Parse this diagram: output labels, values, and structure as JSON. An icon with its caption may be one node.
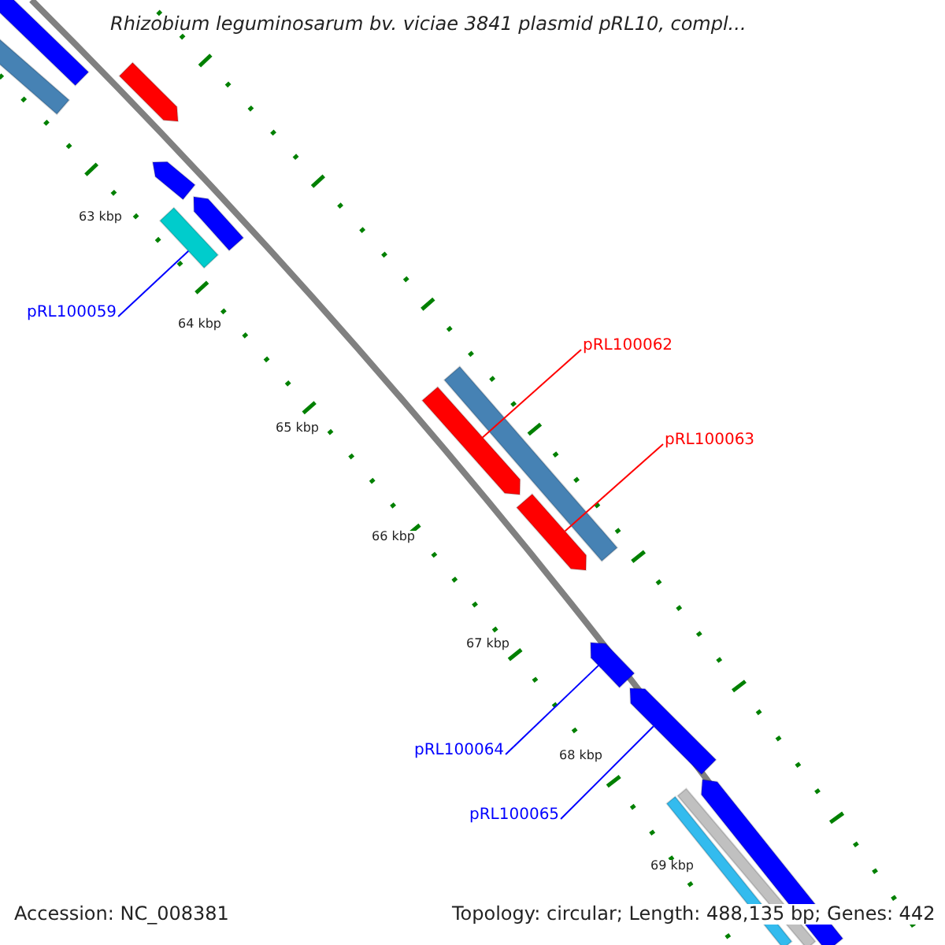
{
  "diagram": {
    "title": "Rhizobium leguminosarum bv. viciae 3841 plasmid pRL10, compl...",
    "nodes": [
      {
        "text": [],
        "shape": "bar"
      },
      {
        "text": [],
        "shape": "bar"
      },
      {
        "text": [],
        "shape": "bar"
      },
      {
        "text": [],
        "shape": "bar"
      },
      {
        "text": [],
        "shape": "bar"
      },
      {
        "text": [],
        "shape": "bar"
      },
      {
        "text": [],
        "shape": "bar"
      },
      {
        "text": [],
        "shape": "bar"
      },
      {
        "text": [],
        "shape": "bar"
      },
      {
        "text": [],
        "shape": "bar"
      },
      {
        "text": [],
        "shape": "bar"
      },
      {
        "text": [],
        "shape": "bar"
      },
      {
        "text": [],
        "shape": "bar"
      },
      {
        "text": [],
        "shape": "bar"
      },
      {
        "text": [
          "pRL100059"
        ]
      },
      {
        "text": [
          "pRL100062"
        ]
      },
      {
        "text": [
          "pRL100063"
        ]
      },
      {
        "text": [
          "pRL100064"
        ]
      },
      {
        "text": [
          "pRL100065"
        ]
      }
    ],
    "edges": [
      {
        "from": 14,
        "to": 5,
        "arrow": "none"
      },
      {
        "from": 15,
        "to": 7,
        "arrow": "none",
        "color": "#ff0000"
      },
      {
        "from": 16,
        "to": 8,
        "arrow": "none",
        "color": "#ff0000"
      },
      {
        "from": 17,
        "to": 9,
        "arrow": "none"
      },
      {
        "from": 18,
        "to": 10,
        "arrow": "none"
      }
    ],
    "labels": [
      "63 kbp",
      "64 kbp",
      "65 kbp",
      "66 kbp",
      "67 kbp",
      "68 kbp",
      "69 kbp",
      "Accession: NC_008381",
      "Topology: circular; Length: 488,135 bp; Genes: 442"
    ]
  }
}
